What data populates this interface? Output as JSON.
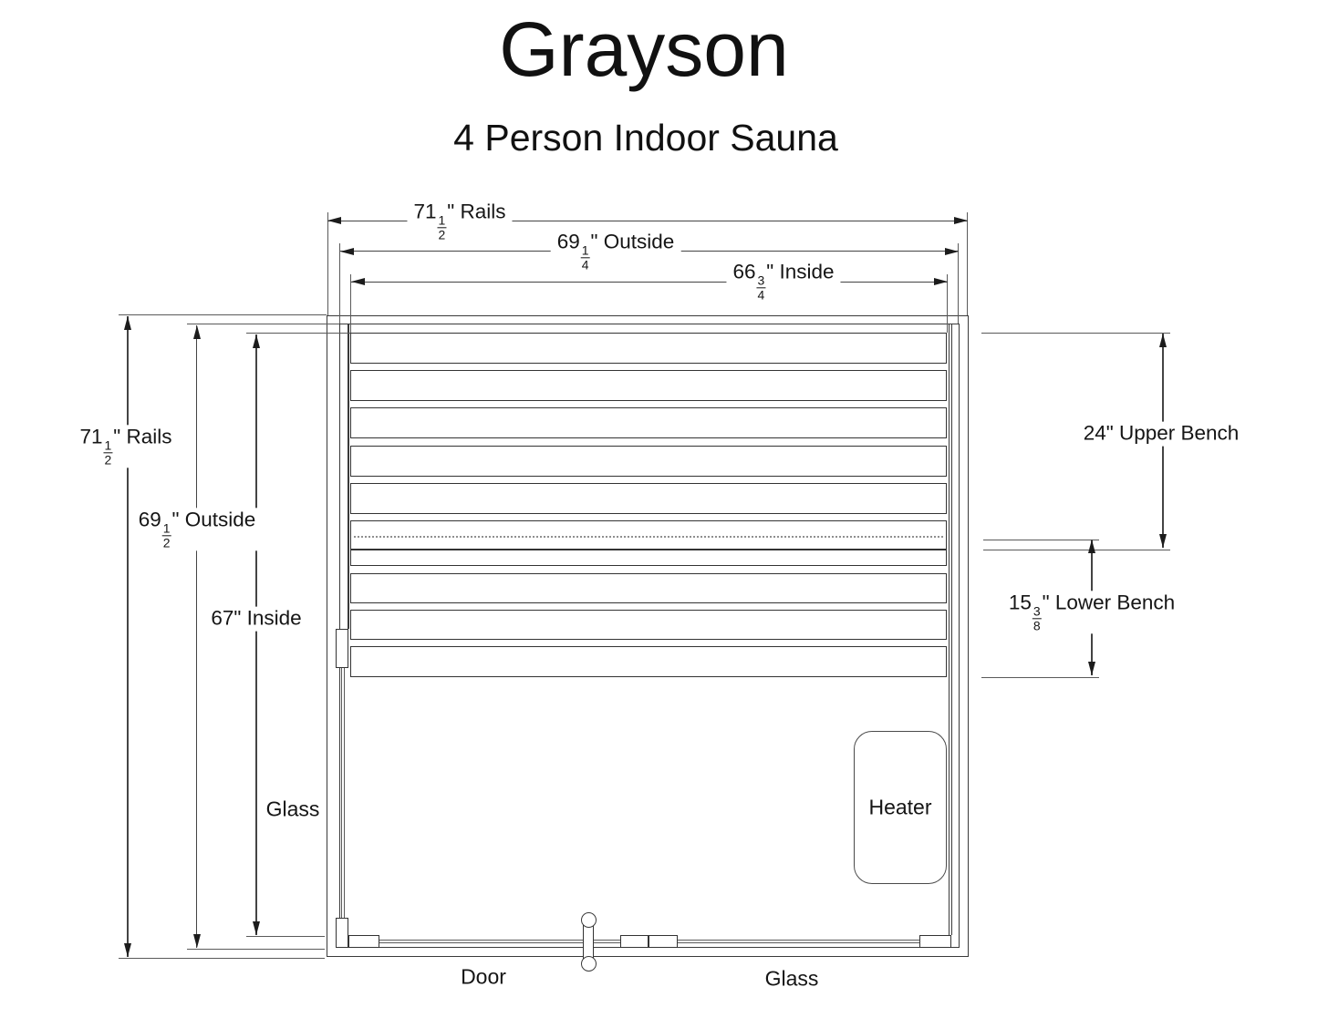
{
  "title": "Grayson",
  "subtitle": "4 Person Indoor Sauna",
  "dims": {
    "top_rails": {
      "whole": "71",
      "num": "1",
      "den": "2",
      "rest": "\" Rails"
    },
    "top_outside": {
      "whole": "69",
      "num": "1",
      "den": "4",
      "rest": "\" Outside"
    },
    "top_inside": {
      "whole": "66",
      "num": "3",
      "den": "4",
      "rest": "\" Inside"
    },
    "left_rails": {
      "whole": "71",
      "num": "1",
      "den": "2",
      "rest": "\" Rails"
    },
    "left_outside": {
      "whole": "69",
      "num": "1",
      "den": "2",
      "rest": "\" Outside"
    },
    "left_inside": "67\" Inside",
    "upper_bench": "24\" Upper Bench",
    "lower_bench": {
      "whole": "15",
      "num": "3",
      "den": "8",
      "rest": "\" Lower Bench"
    }
  },
  "parts": {
    "glass_left": "Glass",
    "door": "Door",
    "glass_front": "Glass",
    "heater": "Heater"
  },
  "colors": {
    "wall_line": "#3a3a3a",
    "dimension_line": "#444444",
    "background": "#ffffff"
  }
}
